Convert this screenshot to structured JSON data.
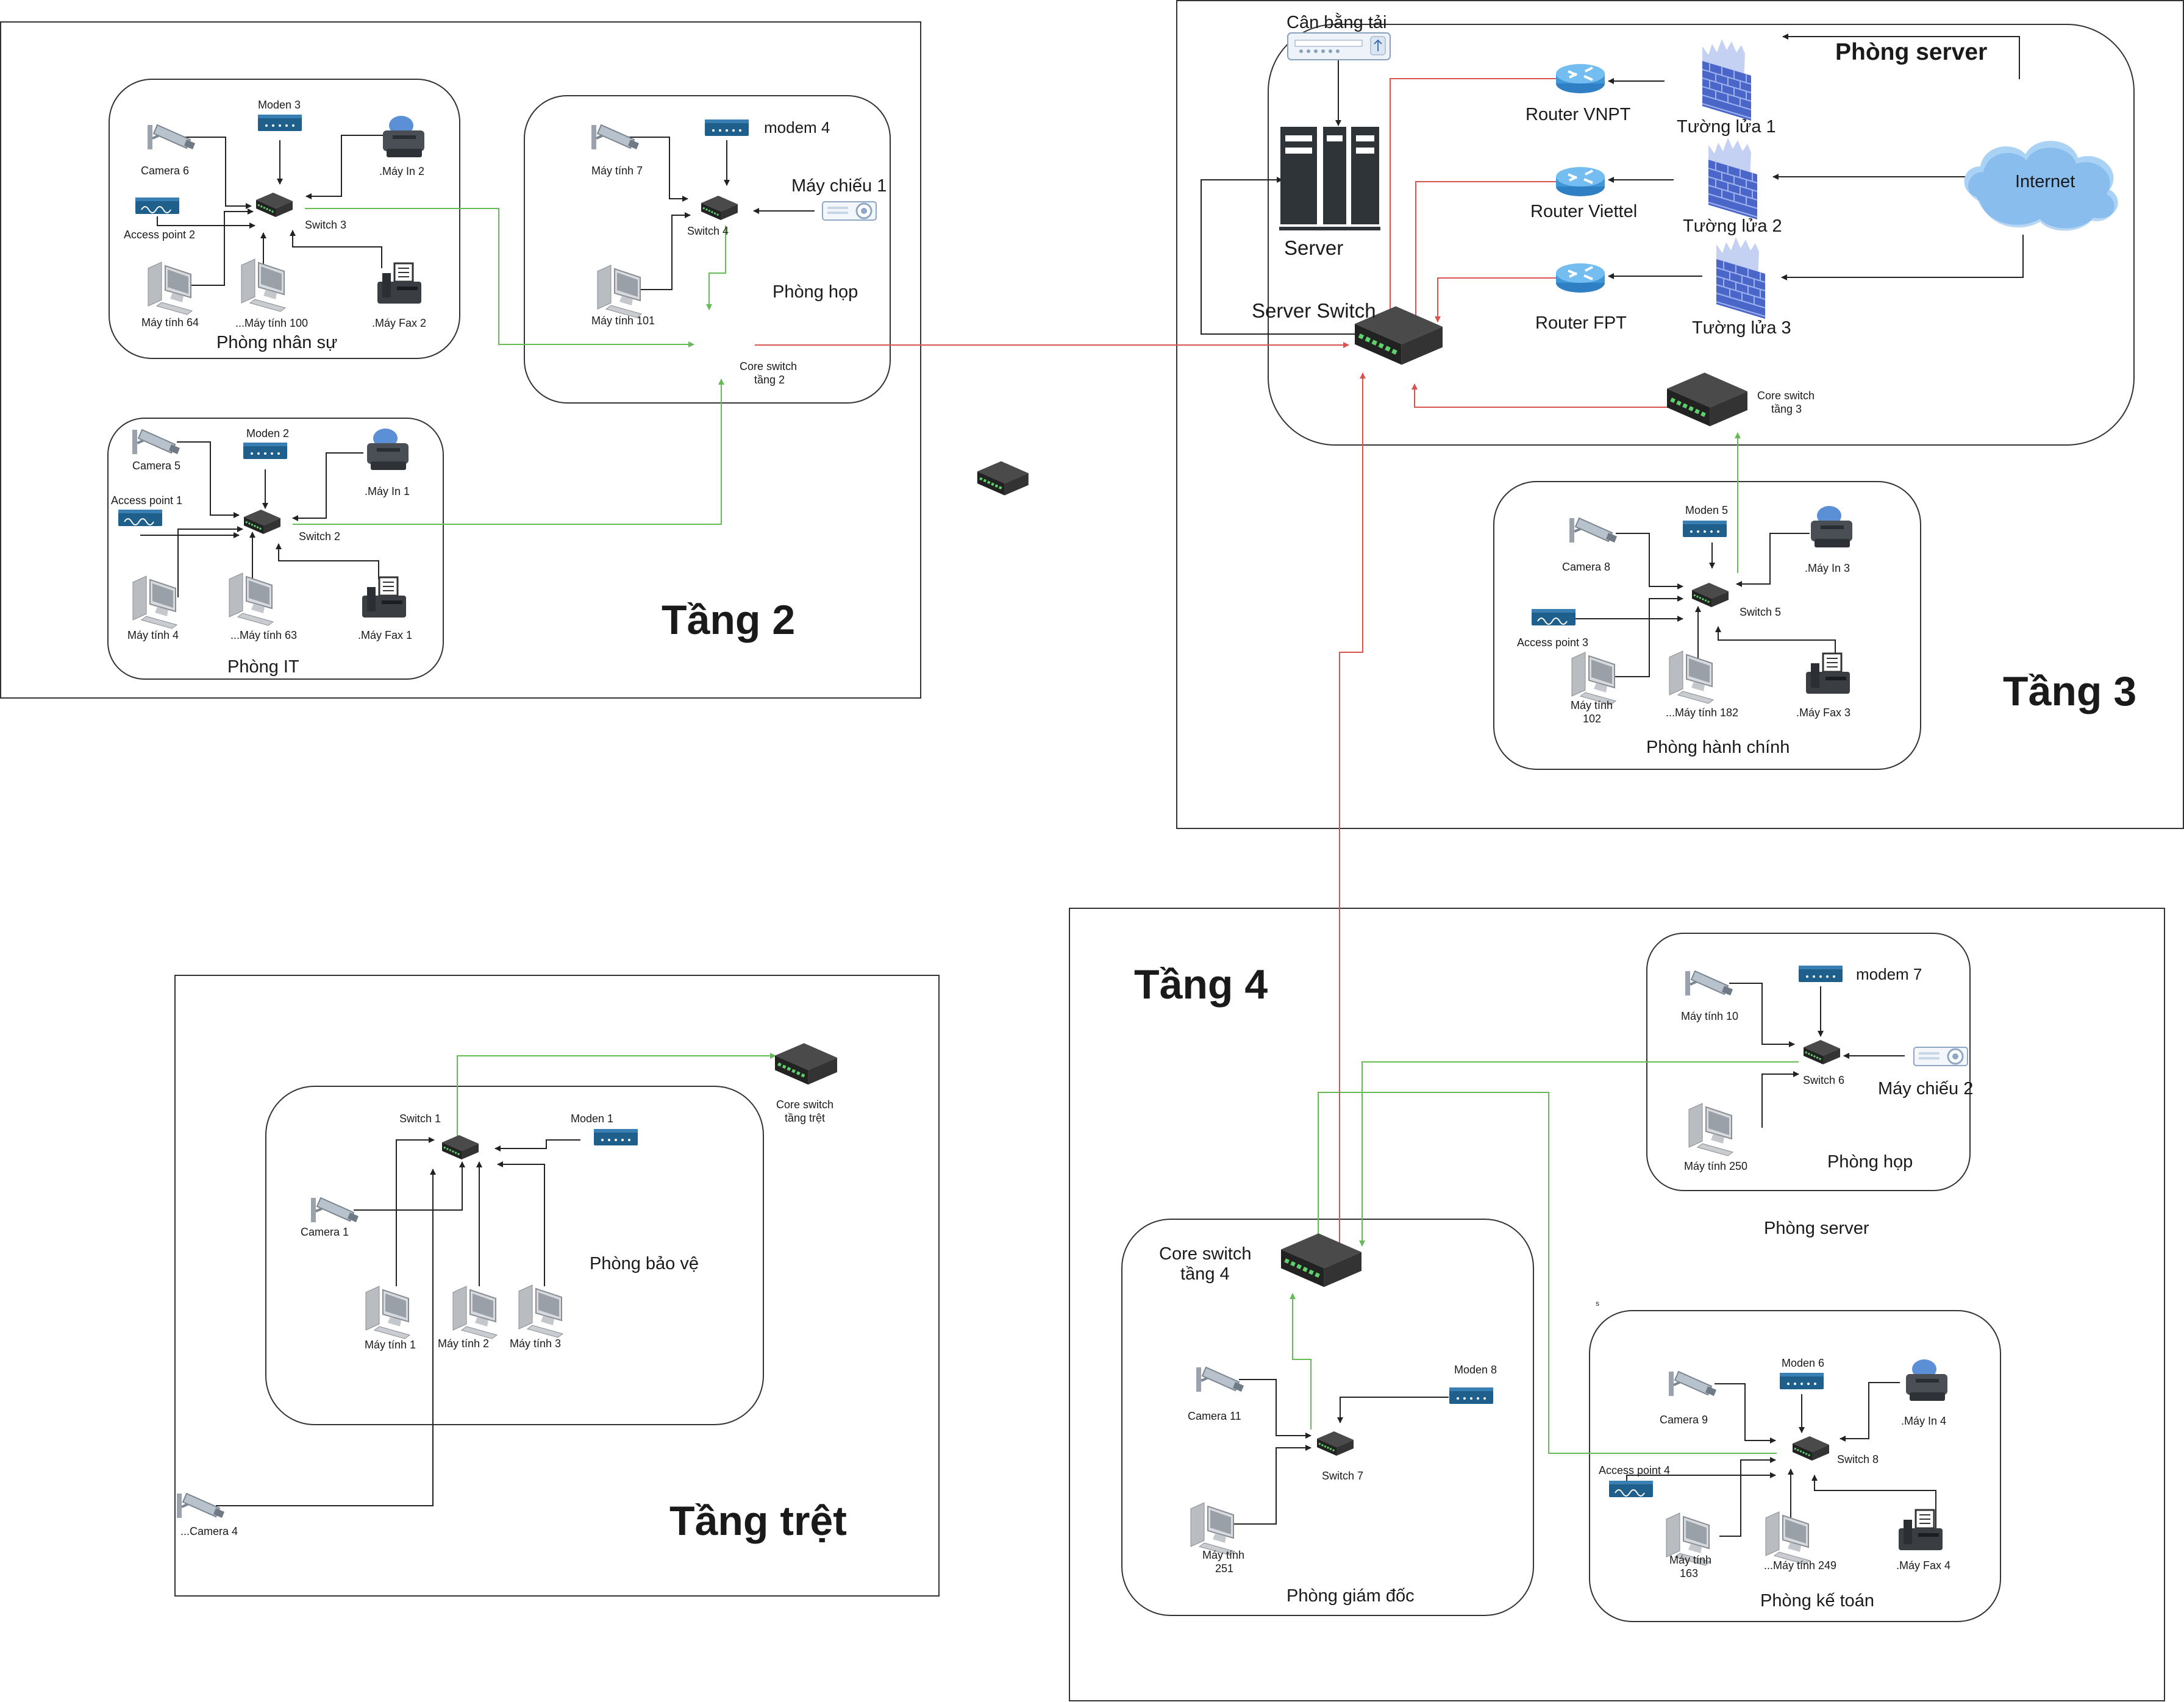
{
  "floors": {
    "tang2": "Tầng 2",
    "tang3": "Tầng 3",
    "tang4": "Tầng 4",
    "tang_tret": "Tầng trệt"
  },
  "rooms": {
    "phong_nhan_su": "Phòng nhân sự",
    "phong_hop_2": "Phòng họp",
    "phong_it": "Phòng IT",
    "phong_server_3": "Phòng server",
    "phong_hanh_chinh": "Phòng hành chính",
    "phong_bao_ve": "Phòng bảo vệ",
    "phong_hop_4": "Phòng họp",
    "phong_server_4": "Phòng server",
    "phong_giam_doc": "Phòng giám đốc",
    "phong_ke_toan": "Phòng kế toán"
  },
  "nodes": {
    "camera6": "Camera 6",
    "moden3": "Moden 3",
    "may_in2": ".Máy In 2",
    "access_point2": "Access point 2",
    "switch3": "Switch 3",
    "may_tinh64": "Máy tính 64",
    "may_tinh100": "...Máy tính 100",
    "may_fax2": ".Máy Fax 2",
    "may_tinh7": "Máy tính 7",
    "modem4": "modem 4",
    "may_chieu1": "Máy chiếu 1",
    "switch4": "Switch 4",
    "may_tinh101": "Máy tính 101",
    "core_switch_t2": [
      "Core switch",
      "tầng 2"
    ],
    "camera5": "Camera 5",
    "moden2": "Moden 2",
    "may_in1": ".Máy In 1",
    "access_point1": "Access point 1",
    "switch2": "Switch 2",
    "may_tinh4": "Máy tính 4",
    "may_tinh63": "...Máy tính 63",
    "may_fax1": ".Máy Fax 1",
    "can_bang_tai": "Cân bằng tải",
    "server": "Server",
    "router_vnpt": "Router VNPT",
    "router_viettel": "Router Viettel",
    "router_fpt": "Router FPT",
    "tuong_lua1": "Tường lửa 1",
    "tuong_lua2": "Tường lửa 2",
    "tuong_lua3": "Tường lửa 3",
    "internet": "Internet",
    "server_switch": "Server Switch",
    "core_switch_t3": [
      "Core switch",
      "tầng 3"
    ],
    "camera8": "Camera 8",
    "moden5": "Moden 5",
    "may_in3": ".Máy In 3",
    "switch5": "Switch 5",
    "access_point3": "Access point 3",
    "may_tinh102": [
      "Máy tính",
      "102"
    ],
    "may_tinh182": "...Máy tính 182",
    "may_fax3": ".Máy Fax 3",
    "switch1": "Switch 1",
    "moden1": "Moden 1",
    "core_switch_tret": [
      "Core switch",
      "tầng trệt"
    ],
    "camera1": "Camera 1",
    "may_tinh1": "Máy tính 1",
    "may_tinh2": "Máy tính 2",
    "may_tinh3": "Máy tính 3",
    "camera4": "...Camera 4",
    "may_tinh10": "Máy tính 10",
    "modem7": "modem 7",
    "switch6": "Switch 6",
    "may_chieu2": "Máy chiếu 2",
    "may_tinh250": "Máy tính 250",
    "core_switch_t4": [
      "Core switch",
      "tầng 4"
    ],
    "camera11": "Camera  11",
    "moden8": "Moden 8",
    "switch7": "Switch 7",
    "may_tinh251": [
      "Máy tính",
      "251"
    ],
    "camera9": "Camera 9",
    "moden6": "Moden 6",
    "may_in4": ".Máy In 4",
    "access_point4": "Access point 4",
    "switch8": "Switch 8",
    "may_tinh163": [
      "Máy tính",
      "163"
    ],
    "may_tinh249": "...Máy tính 249",
    "may_fax4": ".Máy Fax 4",
    "stray_mark": "s"
  },
  "colors": {
    "internal_link": "#222222",
    "uplink": "#66bb55",
    "backbone": "#d9534f",
    "network_device": "#1f5f8b",
    "firewall": "#4a66c9",
    "cloud": "#7fb6ea"
  }
}
